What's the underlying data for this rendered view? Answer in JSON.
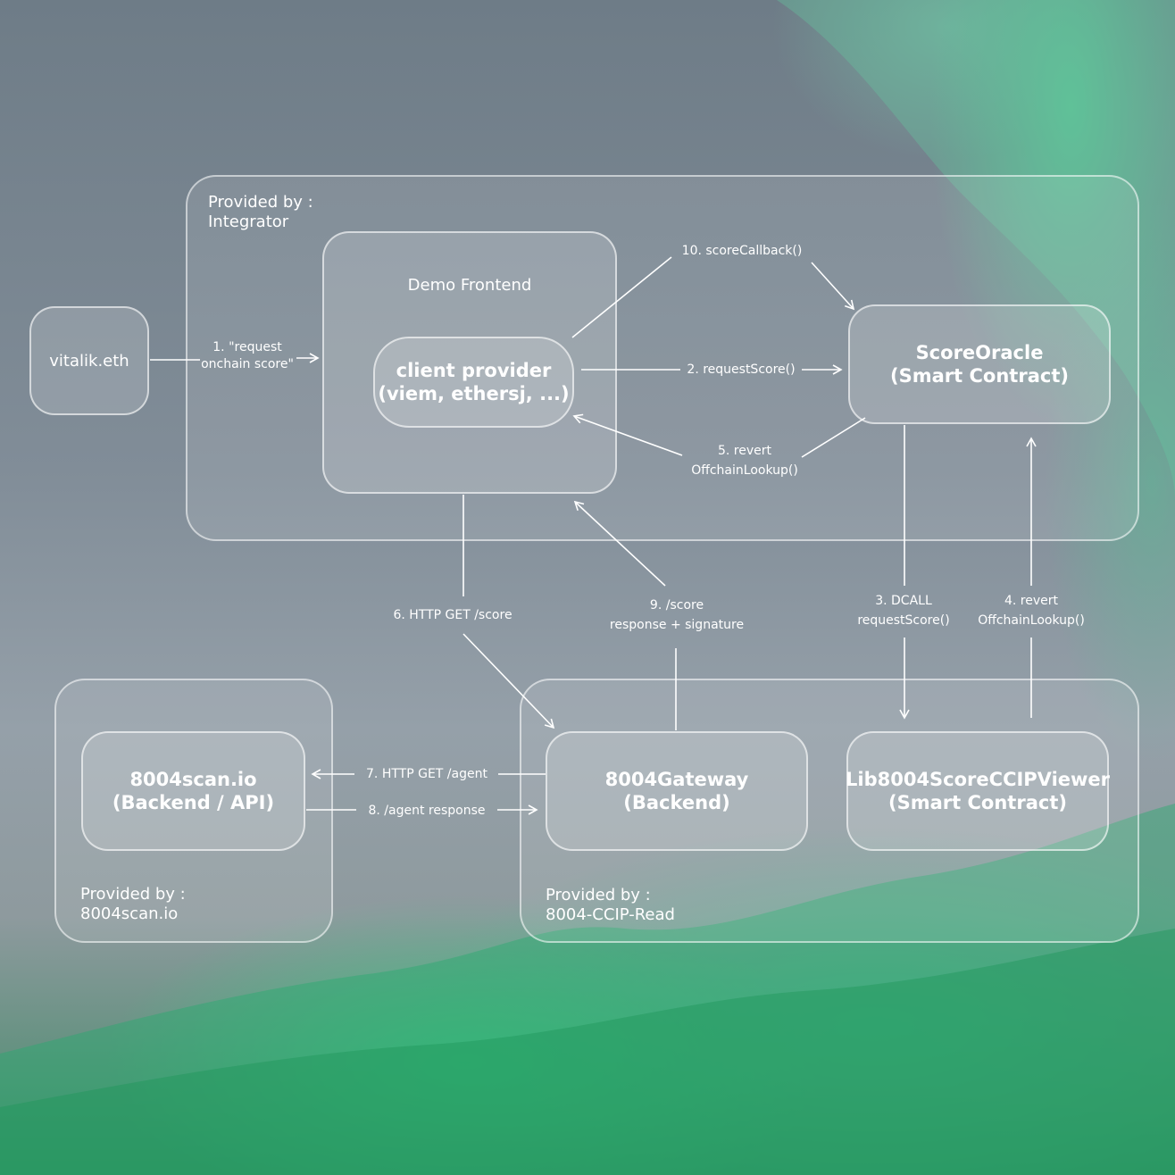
{
  "groups": {
    "integrator": {
      "provided_by": "Provided by :",
      "name": "Integrator"
    },
    "scan": {
      "provided_by": "Provided by :",
      "name": "8004scan.io"
    },
    "ccip": {
      "provided_by": "Provided by :",
      "name": "8004-CCIP-Read"
    }
  },
  "nodes": {
    "vitalik": "vitalik.eth",
    "demo_frontend": "Demo Frontend",
    "client_provider": {
      "line1": "client provider",
      "line2": "(viem, ethersj, ...)"
    },
    "score_oracle": {
      "line1": "ScoreOracle",
      "line2": "(Smart Contract)"
    },
    "scan_backend": {
      "line1": "8004scan.io",
      "line2": "(Backend / API)"
    },
    "gateway": {
      "line1": "8004Gateway",
      "line2": "(Backend)"
    },
    "viewer": {
      "line1": "Lib8004ScoreCCIPViewer",
      "line2": "(Smart Contract)"
    }
  },
  "edges": {
    "e1": {
      "line1": "1. \"request",
      "line2": "onchain score\""
    },
    "e2": "2. requestScore()",
    "e3": {
      "line1": "3. DCALL",
      "line2": "requestScore()"
    },
    "e4": {
      "line1": "4. revert",
      "line2": "OffchainLookup()"
    },
    "e5": {
      "line1": "5. revert",
      "line2": "OffchainLookup()"
    },
    "e6": "6. HTTP GET /score",
    "e7": "7. HTTP GET /agent",
    "e8": "8. /agent response",
    "e9": {
      "line1": "9. /score",
      "line2": "response + signature"
    },
    "e10": "10. scoreCallback()"
  }
}
